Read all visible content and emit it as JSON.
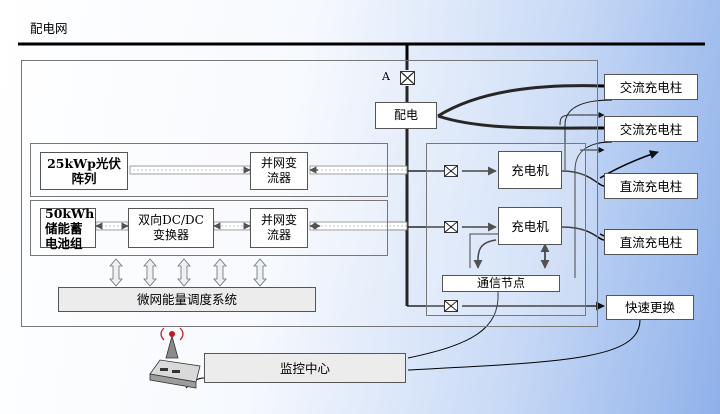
{
  "grid_label": "配电网",
  "node_a_label": "A",
  "distribution_label": "配电",
  "ac_pile_1": "交流充电柱",
  "ac_pile_2": "交流充电柱",
  "dc_pile_1": "直流充电柱",
  "dc_pile_2": "直流充电柱",
  "pv_array": "25kWp光伏阵列",
  "inverter_1": "并网变流器",
  "battery": "50kWh储能蓄电池组",
  "bidirectional_converter": "双向DC/DC变换器",
  "inverter_2": "并网变流器",
  "charger_1": "充电机",
  "charger_2": "充电机",
  "comm_node": "通信节点",
  "ems": "微网能量调度系统",
  "fast_swap": "快速更换",
  "monitor_center": "监控中心"
}
